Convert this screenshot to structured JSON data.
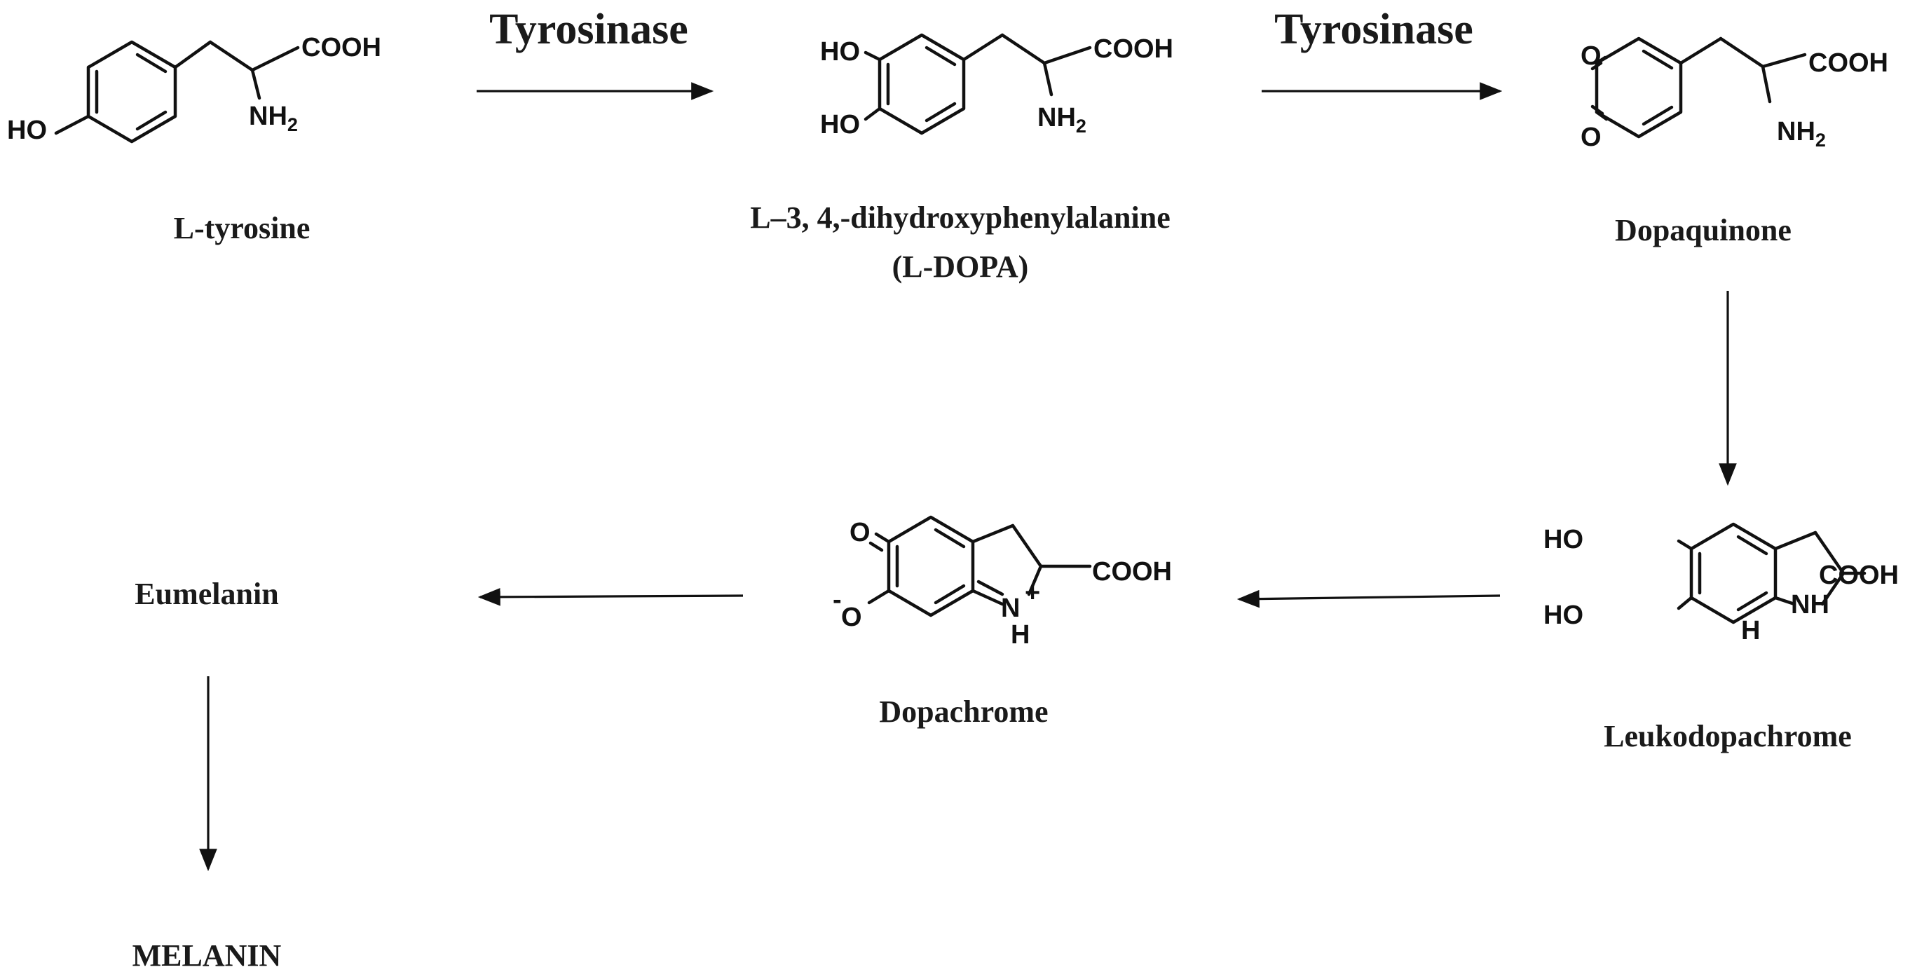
{
  "enzymes": {
    "step1": "Tyrosinase",
    "step2": "Tyrosinase"
  },
  "compounds": {
    "tyrosine": "L-tyrosine",
    "ldopa_line1": "L–3, 4,-dihydroxyphenylalanine",
    "ldopa_line2": "(L-DOPA)",
    "dopaquinone": "Dopaquinone",
    "leukodopachrome": "Leukodopachrome",
    "dopachrome": "Dopachrome",
    "eumelanin": "Eumelanin",
    "melanin": "MELANIN"
  },
  "atoms": {
    "cooh": "COOH",
    "nh": "NH",
    "two": "2",
    "ho": "HO",
    "o": "O",
    "n": "N",
    "h": "H",
    "plus": "+",
    "minus": "-"
  }
}
